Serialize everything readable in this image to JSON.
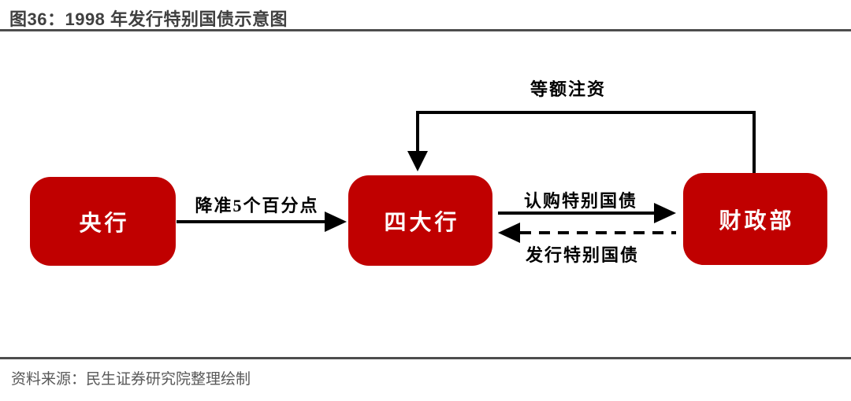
{
  "header": {
    "title": "图36：1998 年发行特别国债示意图"
  },
  "footer": {
    "source": "资料来源：民生证券研究院整理绘制"
  },
  "colors": {
    "box_red": "#C00000",
    "arrow_black": "#000000",
    "title_gray": "#404040",
    "source_gray": "#595959",
    "rule_gray": "#4d4d4d"
  },
  "diagram": {
    "type": "flowchart",
    "nodes": [
      {
        "id": "central-bank",
        "label": "央行"
      },
      {
        "id": "big-four-banks",
        "label": "四大行"
      },
      {
        "id": "ministry-of-finance",
        "label": "财政部"
      }
    ],
    "edges": [
      {
        "from": "central-bank",
        "to": "big-four-banks",
        "label": "降准5个百分点",
        "style": "solid-arrow-right"
      },
      {
        "from": "big-four-banks",
        "to": "ministry-of-finance",
        "label": "认购特别国债",
        "style": "solid-arrow-right"
      },
      {
        "from": "ministry-of-finance",
        "to": "big-four-banks",
        "label": "发行特别国债",
        "style": "dashed-arrow-left"
      },
      {
        "from": "ministry-of-finance",
        "to": "big-four-banks",
        "label": "等额注资",
        "style": "solid-elbow-arrow-down"
      }
    ]
  }
}
